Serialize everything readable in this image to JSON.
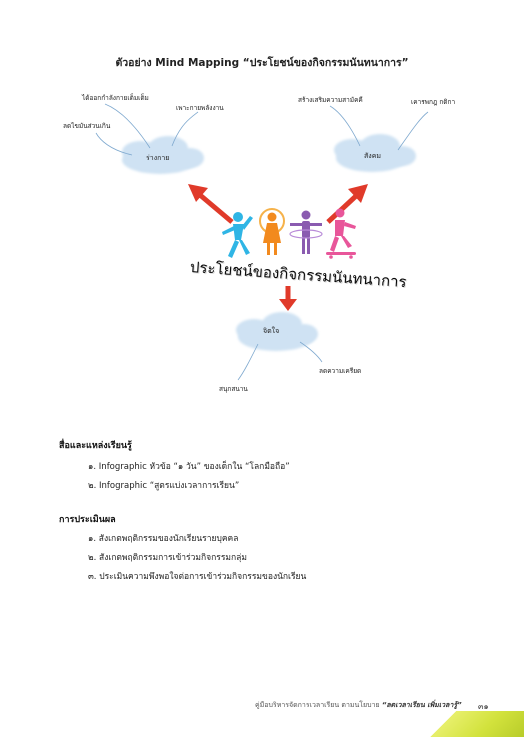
{
  "title": "ตัวอย่าง Mind Mapping “ประโยชน์ของกิจกรรมนันทนาการ”",
  "mindmap": {
    "center": "ประโยชน์ของกิจกรรมนันทนาการ",
    "body": {
      "label": "ร่างกาย",
      "branches": [
        "ได้ออกกำลังกายเต็มเต็ม",
        "เพาะกายพลังงาน",
        "ลดไขมันส่วนเกิน"
      ]
    },
    "social": {
      "label": "สังคม",
      "branches": [
        "สร้างเสริมความสามัคคี",
        "เคารพกฎ กติกา"
      ]
    },
    "mind": {
      "label": "จิตใจ",
      "branches": [
        "สนุกสนาน",
        "ลดความเครียด"
      ]
    },
    "colors": {
      "cloud": "#cfe2f3",
      "arrow": "#e03a2a",
      "figures": [
        "#2fb5e5",
        "#f28a1e",
        "#8a5bb0",
        "#e8569a"
      ]
    }
  },
  "sources": {
    "heading": "สื่อและแหล่งเรียนรู้",
    "items": [
      "๑. Infographic หัวข้อ “๑ วัน” ของเด็กใน “โลกมือถือ”",
      "๒. Infographic “สูตรแบ่งเวลาการเรียน”"
    ]
  },
  "evaluation": {
    "heading": "การประเมินผล",
    "items": [
      "๑. สังเกตพฤติกรรมของนักเรียนรายบุคคล",
      "๒. สังเกตพฤติกรรมการเข้าร่วมกิจกรรมกลุ่ม",
      "๓. ประเมินความพึงพอใจต่อการเข้าร่วมกิจกรรมของนักเรียน"
    ]
  },
  "footer": {
    "text": "คู่มือบริหารจัดการเวลาเรียน ตามนโยบาย",
    "bold": "“ลดเวลาเรียน เพิ่มเวลารู้”",
    "page": "๓๑"
  }
}
